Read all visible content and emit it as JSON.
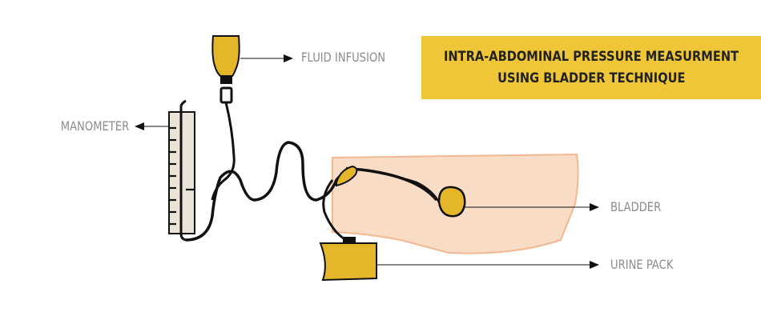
{
  "title": {
    "line1": "INTRA-ABDOMINAL PRESSURE MEASURMENT",
    "line2": "USING BLADDER TECHNIQUE"
  },
  "labels": {
    "fluid_infusion": "FLUID INFUSION",
    "manometer": "MANOMETER",
    "bladder": "BLADDER",
    "urine_pack": "URINE PACK"
  },
  "colors": {
    "accent_yellow": "#efc638",
    "liquid_yellow": "#e4b62a",
    "body_skin": "#f9dcc6",
    "body_outline": "#f2b891",
    "manometer_fill": "#e9e4d6",
    "tube": "#111111",
    "label_gray": "#8c8c8c"
  }
}
